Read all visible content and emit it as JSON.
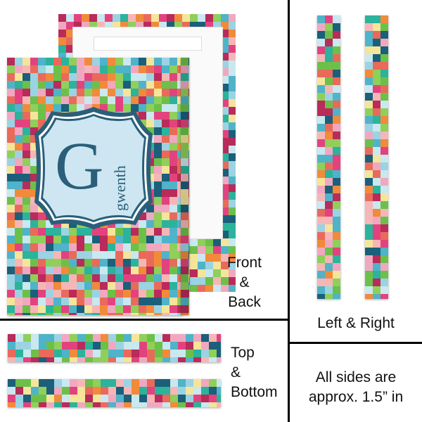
{
  "product": {
    "monogram_letter": "G",
    "monogram_name": "gwenth",
    "plaque_color": "#cde6f2",
    "plaque_border_color": "#2a5f7a"
  },
  "labels": {
    "front_back": [
      "Front",
      "&",
      "Back"
    ],
    "left_right": "Left & Right",
    "top_bottom": [
      "Top",
      "&",
      "Bottom"
    ],
    "note": [
      "All sides are",
      "approx. 1.5” in"
    ]
  },
  "palette": [
    "#4fb3c9",
    "#e2437e",
    "#8fcf5a",
    "#f18a3b",
    "#1b5f7a",
    "#f6b6b6",
    "#b82b5a",
    "#c9e8ef",
    "#2bb39b",
    "#f4e59a",
    "#e96a5a",
    "#6cc04a",
    "#9bd3e3",
    "#f0a8c0"
  ]
}
